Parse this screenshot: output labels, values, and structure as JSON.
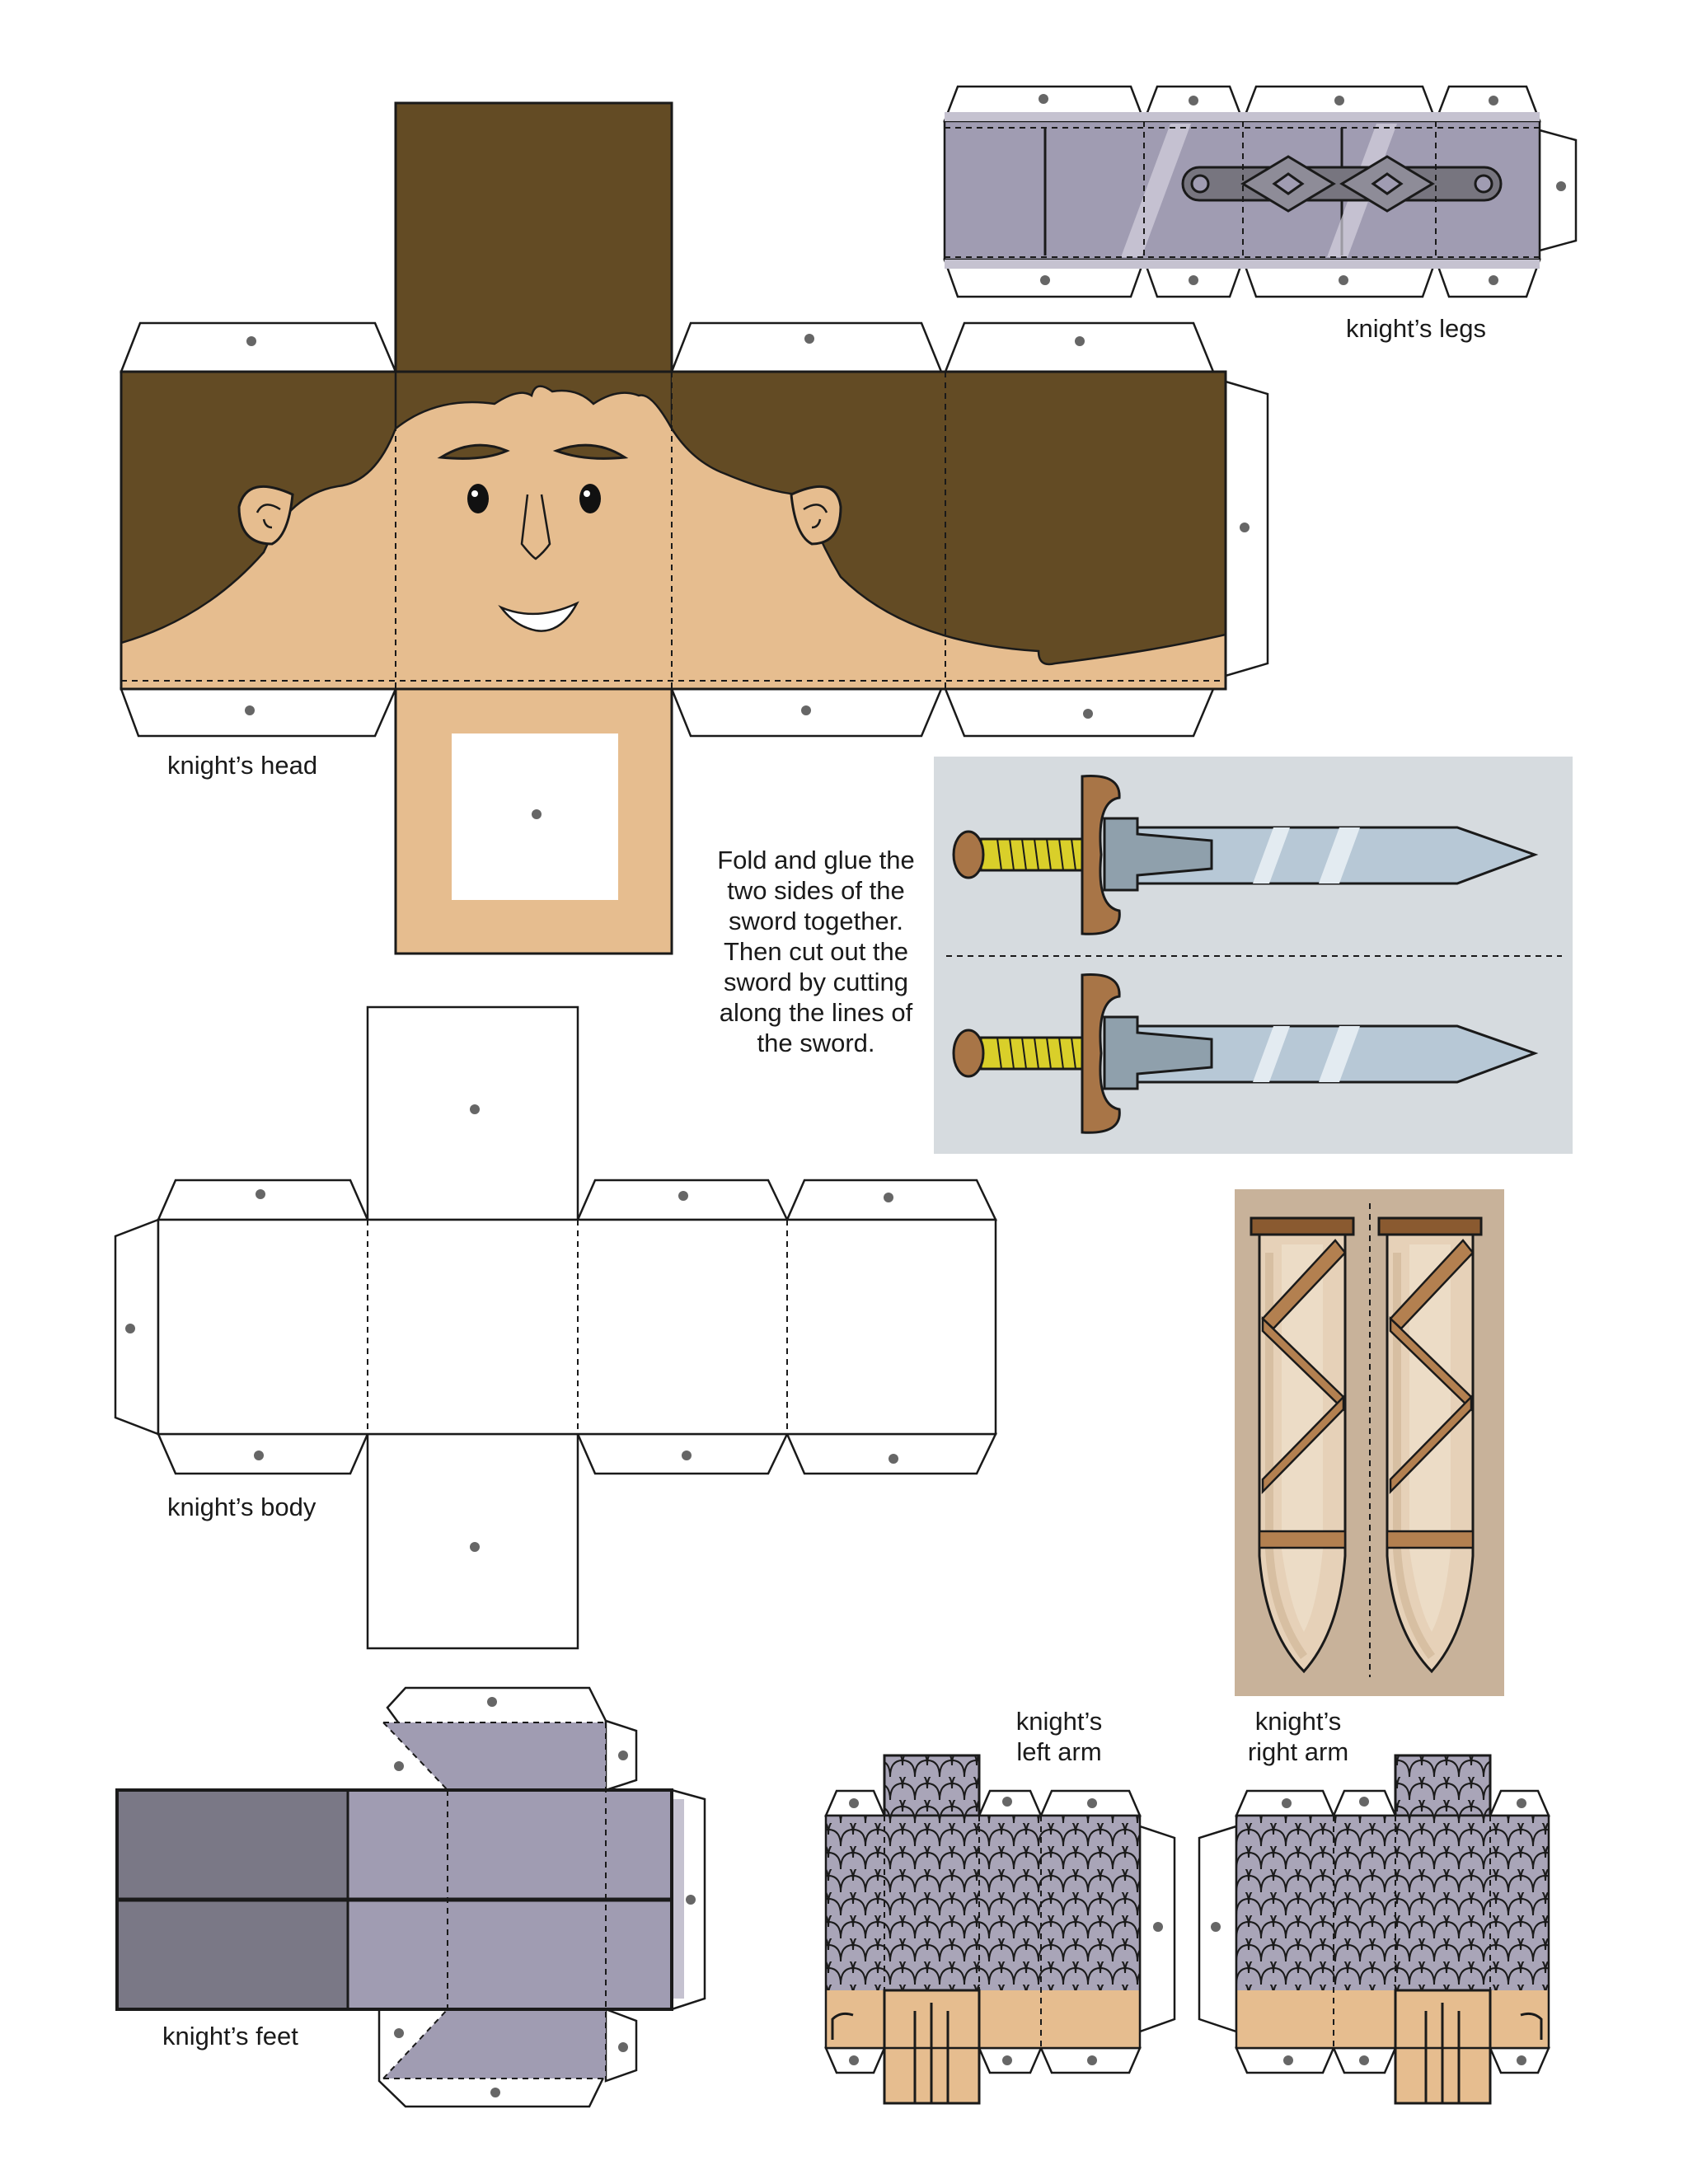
{
  "labels": {
    "head": "knight’s head",
    "legs": "knight’s legs",
    "body": "knight’s body",
    "feet": "knight’s feet",
    "left_arm": [
      "knight’s",
      "left arm"
    ],
    "right_arm": [
      "knight’s",
      "right arm"
    ]
  },
  "instructions": [
    "Fold and glue the",
    "two sides of the",
    "sword together.",
    "Then cut out the",
    "sword by cutting",
    "along the lines of",
    "the sword."
  ],
  "colors": {
    "hair": "#634b24",
    "skin": "#e6bd8f",
    "armor": "#a09cb2",
    "armor_dark": "#7a7886",
    "scale": "#a9a5b8",
    "sword_panel": "#d6dbdf",
    "blade": "#b7c8d6",
    "guard": "#a87547",
    "grip": "#d9cf2a",
    "scabbard_panel": "#c8b29a",
    "scabbard_wood": "#b38050",
    "tab": "#ffffff",
    "line": "#1a1a1a",
    "dot": "#666666"
  },
  "icons": [
    "sword-icon",
    "scabbard-icon",
    "glue-dot-icon"
  ]
}
